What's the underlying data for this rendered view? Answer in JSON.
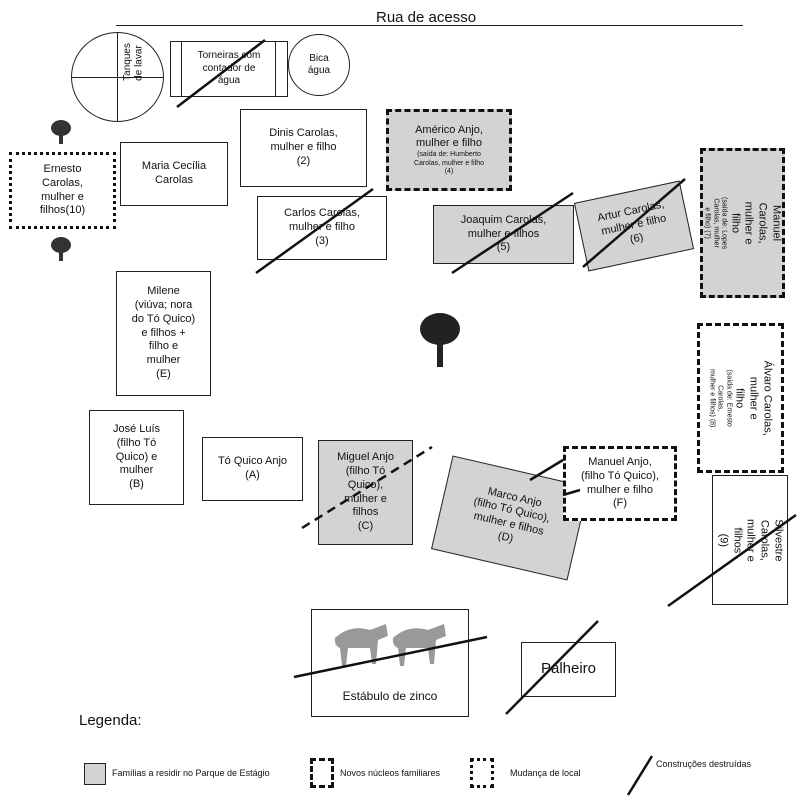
{
  "road": {
    "label": "Rua de acesso"
  },
  "top": {
    "tanques": "Tanques\nde lavar",
    "torneiras": "Torneiras com\ncontador de\nágua",
    "bica": "Bica\nágua"
  },
  "boxes": {
    "ernesto": "Ernesto\nCarolas,\nmulher e\nfilhos(10)",
    "maria": "Maria Cecília\nCarolas",
    "dinis": "Dinis Carolas,\nmulher e filho\n(2)",
    "americo": "Américo Anjo,\nmulher e filho",
    "americo_note": "(saída de: Humberto\nCarolas, mulher e filho\n(4)",
    "carlos": "Carlos Carolas,\nmulher e filho\n(3)",
    "joaquim": "Joaquim Carolas,\nmulher e filhos\n(5)",
    "artur": "Artur Carolas,\nmulher e filho\n(6)",
    "manuel_carolas": "Manuel Carolas, mulher e\nfilho",
    "manuel_carolas_note": "(saída de: Lopes Carolas, mulher\ne filho) (7)",
    "milene": "Milene\n(viúva; nora\ndo Tó Quico)\ne filhos +\nfilho e\nmulher\n(E)",
    "alvaro": "Álvaro Carolas, mulher e\nfilho",
    "alvaro_note": "(saída de: Ernesto Carolas,\nmulher e filhos) (8)",
    "jose": "José Luís\n(filho Tó\nQuico) e\nmulher\n(B)",
    "toquico": "Tó Quico Anjo\n(A)",
    "miguel": "Miguel Anjo\n(filho Tó\nQuico),\nmulher e\nfilhos\n(C)",
    "marco": "Marco Anjo\n(filho Tó Quico),\nmulher e filhos\n(D)",
    "manuel_anjo": "Manuel Anjo,\n(filho Tó Quico),\nmulher e filho\n(F)",
    "silvestre": "Silvestre Carolas,\nmulher e filhos\n(9)",
    "estabulo": "Estábulo de zinco",
    "palheiro": "Palheiro"
  },
  "legend": {
    "title": "Legenda:",
    "gray": "Famílias a residir no Parque de Estágio",
    "dashed": "Novos núcleos familiares",
    "dotted": "Mudança de local",
    "line": "Construções destruídas"
  },
  "colors": {
    "gray_fill": "#d3d3d3",
    "line": "#111111"
  }
}
